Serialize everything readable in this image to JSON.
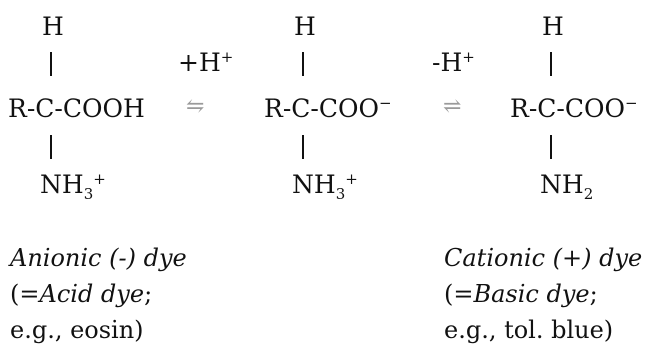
{
  "left": {
    "h": "H",
    "formula_main": "R-C-COOH",
    "nh": "NH",
    "nh_sub": "3",
    "nh_sup": "+"
  },
  "middle": {
    "h": "H",
    "formula_main": "R-C-COO",
    "formula_sup": "−",
    "nh": "NH",
    "nh_sub": "3",
    "nh_sup": "+"
  },
  "right": {
    "h": "H",
    "formula_main": "R-C-COO",
    "formula_sup": "−",
    "nh": "NH",
    "nh_sub": "2"
  },
  "arrows": {
    "first_label": "+H",
    "first_label_sup": "+",
    "first_symbol": "⇋",
    "second_label": "-H",
    "second_label_sup": "+",
    "second_symbol": "⇌"
  },
  "captions": {
    "left": {
      "line1": "Anionic (-) dye",
      "line2_pre": "(=",
      "line2_em": "Acid dye",
      "line2_post": ";",
      "line3": "e.g., eosin)"
    },
    "right": {
      "line1": "Cationic (+) dye",
      "line2_pre": "(=",
      "line2_em": "Basic dye",
      "line2_post": ";",
      "line3": "e.g., tol. blue)"
    }
  }
}
